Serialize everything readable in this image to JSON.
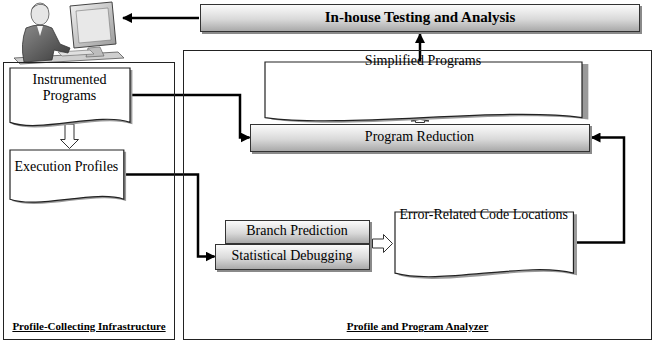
{
  "diagram": {
    "nodes": [
      {
        "text": [
          "In-house Testing and Analysis"
        ]
      },
      {
        "text": [
          "Profile-Collecting Infrastructure"
        ]
      },
      {
        "text": [
          "Instrumented Programs"
        ],
        "in": 1
      },
      {
        "text": [
          "Execution Profiles"
        ],
        "in": 1
      },
      {
        "text": [
          "Profile and Program Analyzer"
        ]
      },
      {
        "text": [
          "Simplified Programs"
        ],
        "in": 4
      },
      {
        "text": [
          "Program Reduction"
        ],
        "in": 4
      },
      {
        "text": [
          "Branch Prediction"
        ],
        "in": 4
      },
      {
        "text": [
          "Statistical Debugging"
        ],
        "in": 4
      },
      {
        "text": [
          "Error-Related Code Locations"
        ],
        "in": 4
      }
    ],
    "edges": [
      {
        "from": 2,
        "to": 6,
        "arrow": "to"
      },
      {
        "from": 2,
        "to": 3,
        "arrow": "to"
      },
      {
        "from": 3,
        "to": 8,
        "arrow": "to"
      },
      {
        "from": 7,
        "to": 9,
        "arrow": "to"
      },
      {
        "from": 9,
        "to": 6,
        "arrow": "to"
      },
      {
        "from": 6,
        "to": 5,
        "arrow": "to"
      },
      {
        "from": 5,
        "to": 0,
        "arrow": "to"
      }
    ]
  }
}
